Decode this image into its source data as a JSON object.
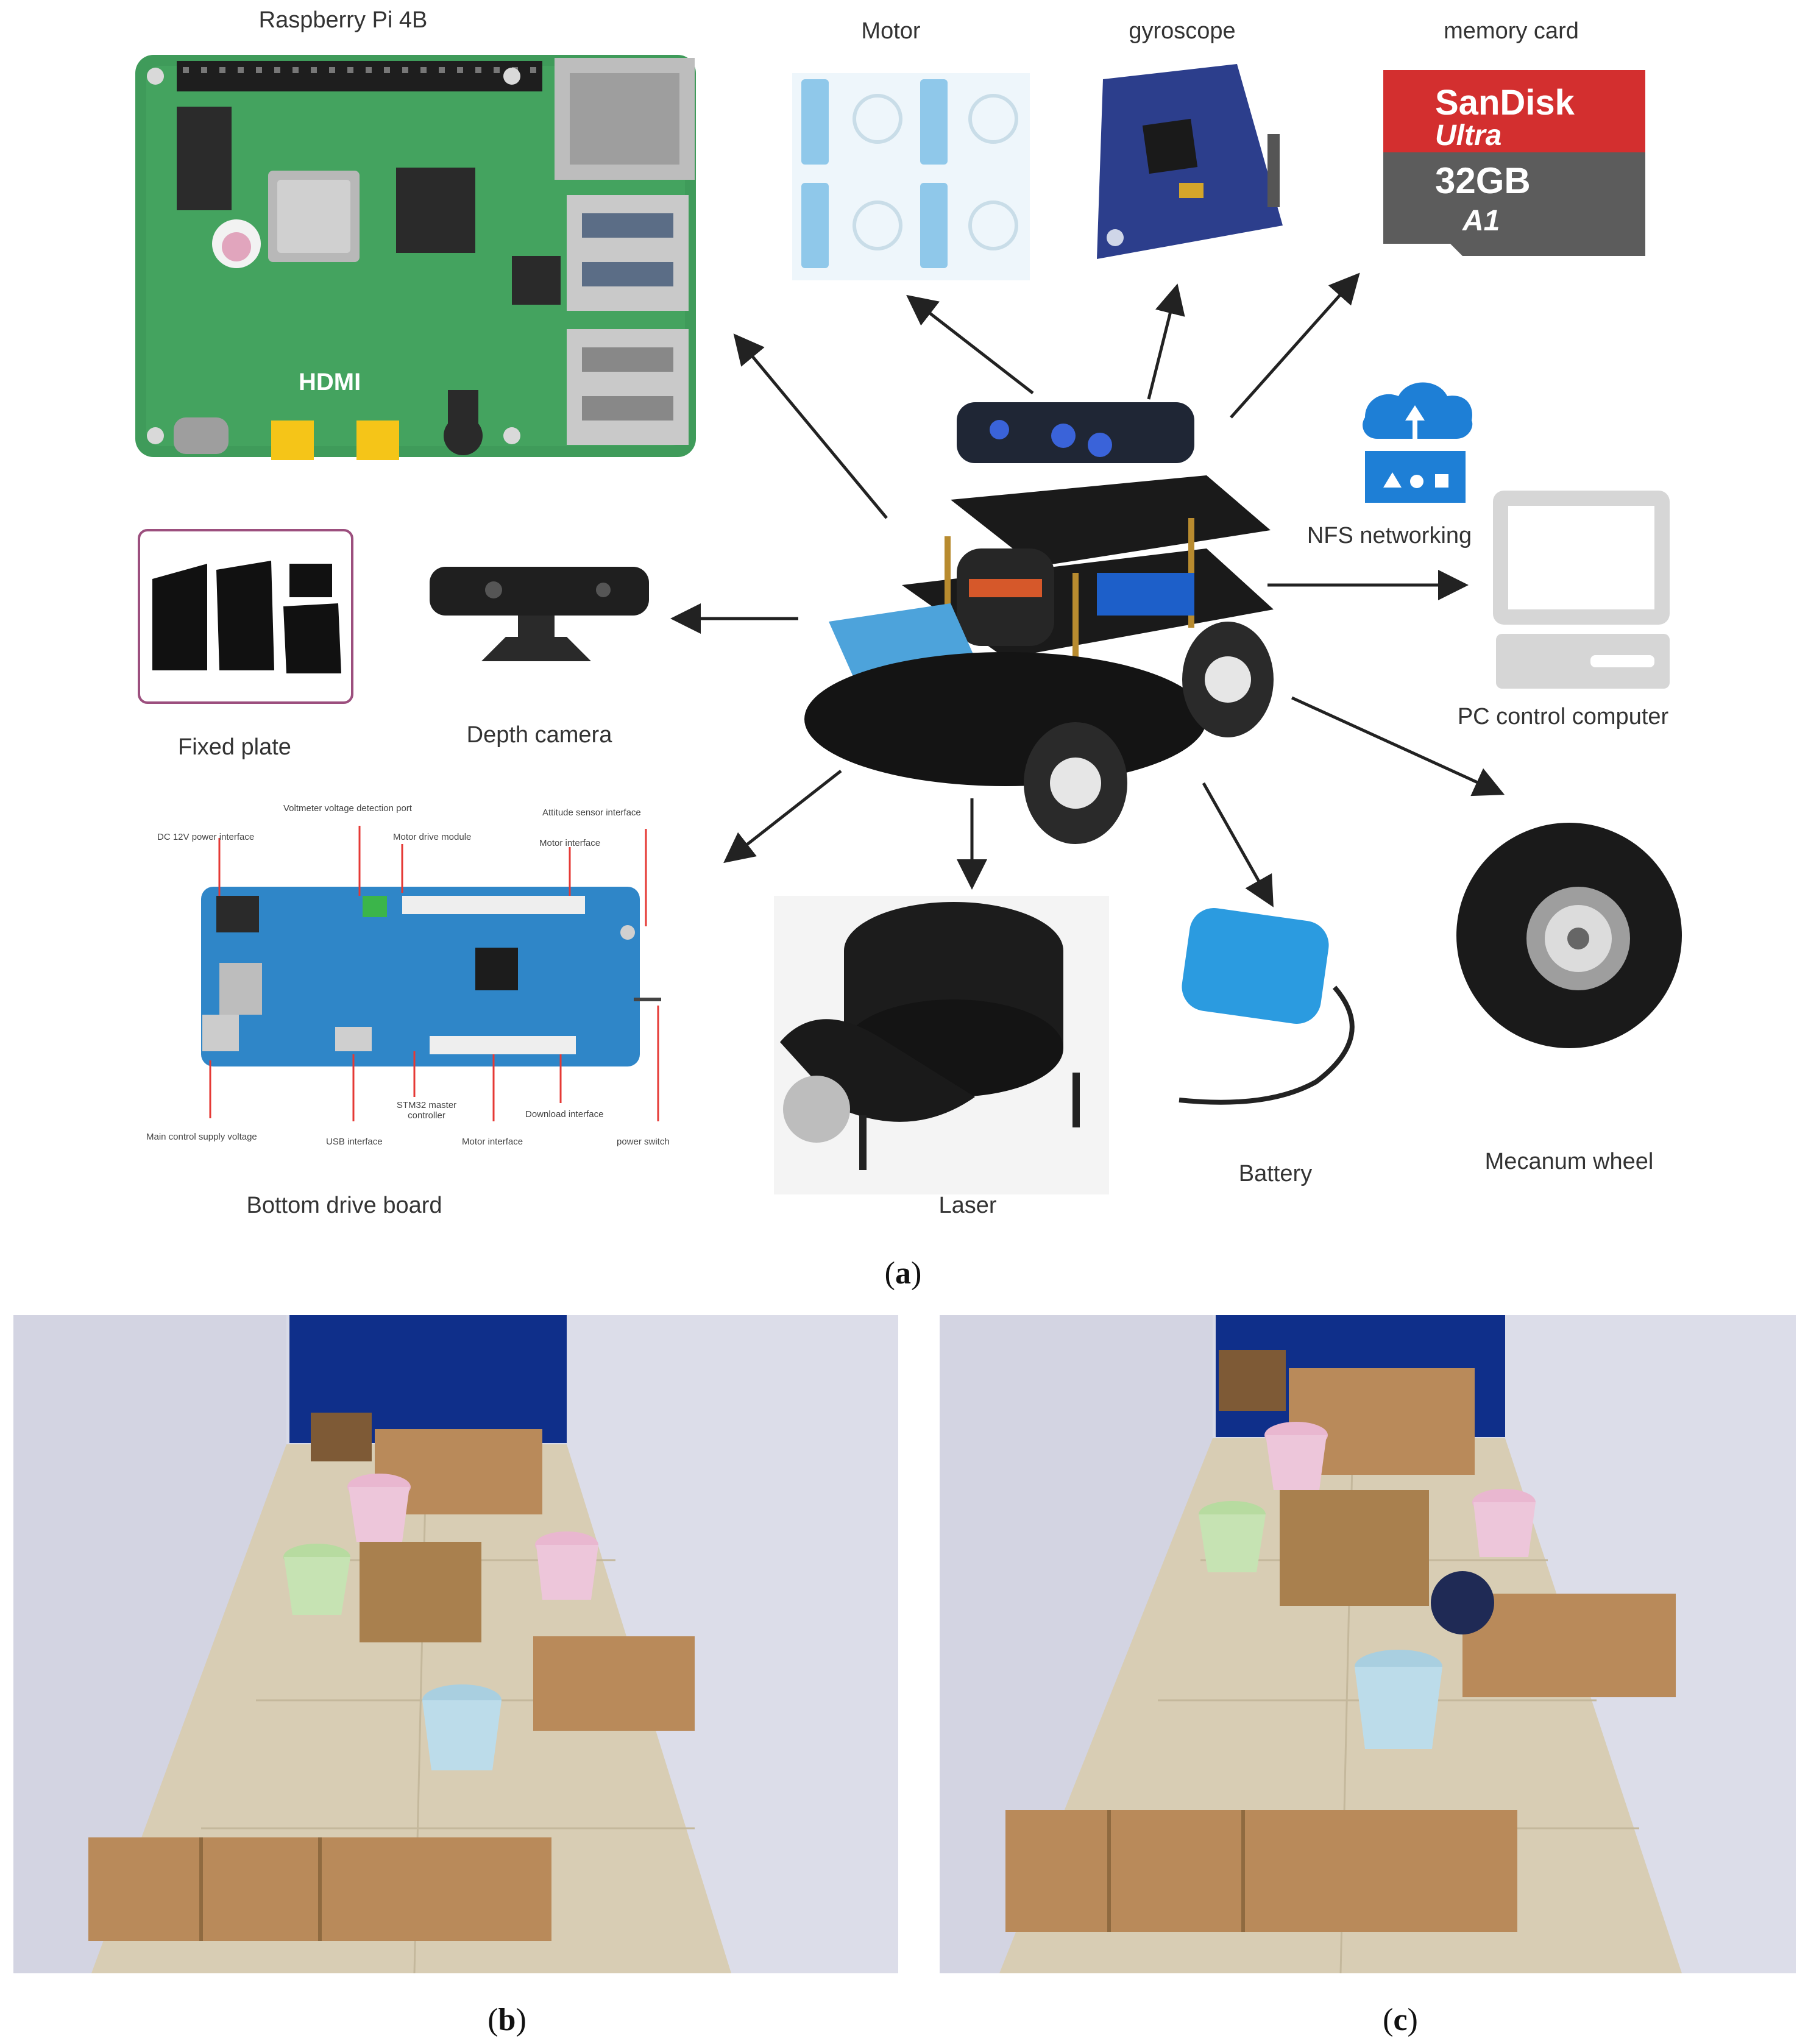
{
  "labels": {
    "raspberry": "Raspberry Pi 4B",
    "motor": "Motor",
    "gyroscope": "gyroscope",
    "memory_card": "memory card",
    "nfs": "NFS networking",
    "pc": "PC control computer",
    "fixed_plate": "Fixed plate",
    "depth_camera": "Depth camera",
    "bottom_board": "Bottom drive board",
    "laser": "Laser",
    "battery": "Battery",
    "mecanum": "Mecanum wheel"
  },
  "board_callouts": {
    "voltmeter": "Voltmeter voltage detection port",
    "attitude": "Attitude sensor interface",
    "dc12v": "DC 12V power interface",
    "motor_drive": "Motor drive module",
    "motor_iface_top": "Motor interface",
    "stm32": "STM32 master controller",
    "download": "Download interface",
    "main_supply": "Main control supply voltage",
    "usb": "USB interface",
    "motor_iface_bottom": "Motor interface",
    "power_switch": "power switch"
  },
  "product_text": {
    "sandisk": "SanDisk",
    "ultra": "Ultra",
    "capacity": "32GB",
    "a1": "A1",
    "hdmi": "HDMI"
  },
  "captions": {
    "a_letter": "a",
    "b_letter": "b",
    "c_letter": "c"
  },
  "colors": {
    "pcb_green": "#3f9b5a",
    "drive_board_blue": "#2f86c8",
    "card_red": "#d32f2f",
    "wall_blue": "#0f2f8a",
    "cardboard": "#b98a5a",
    "floor_tile": "#d8cdb4"
  }
}
